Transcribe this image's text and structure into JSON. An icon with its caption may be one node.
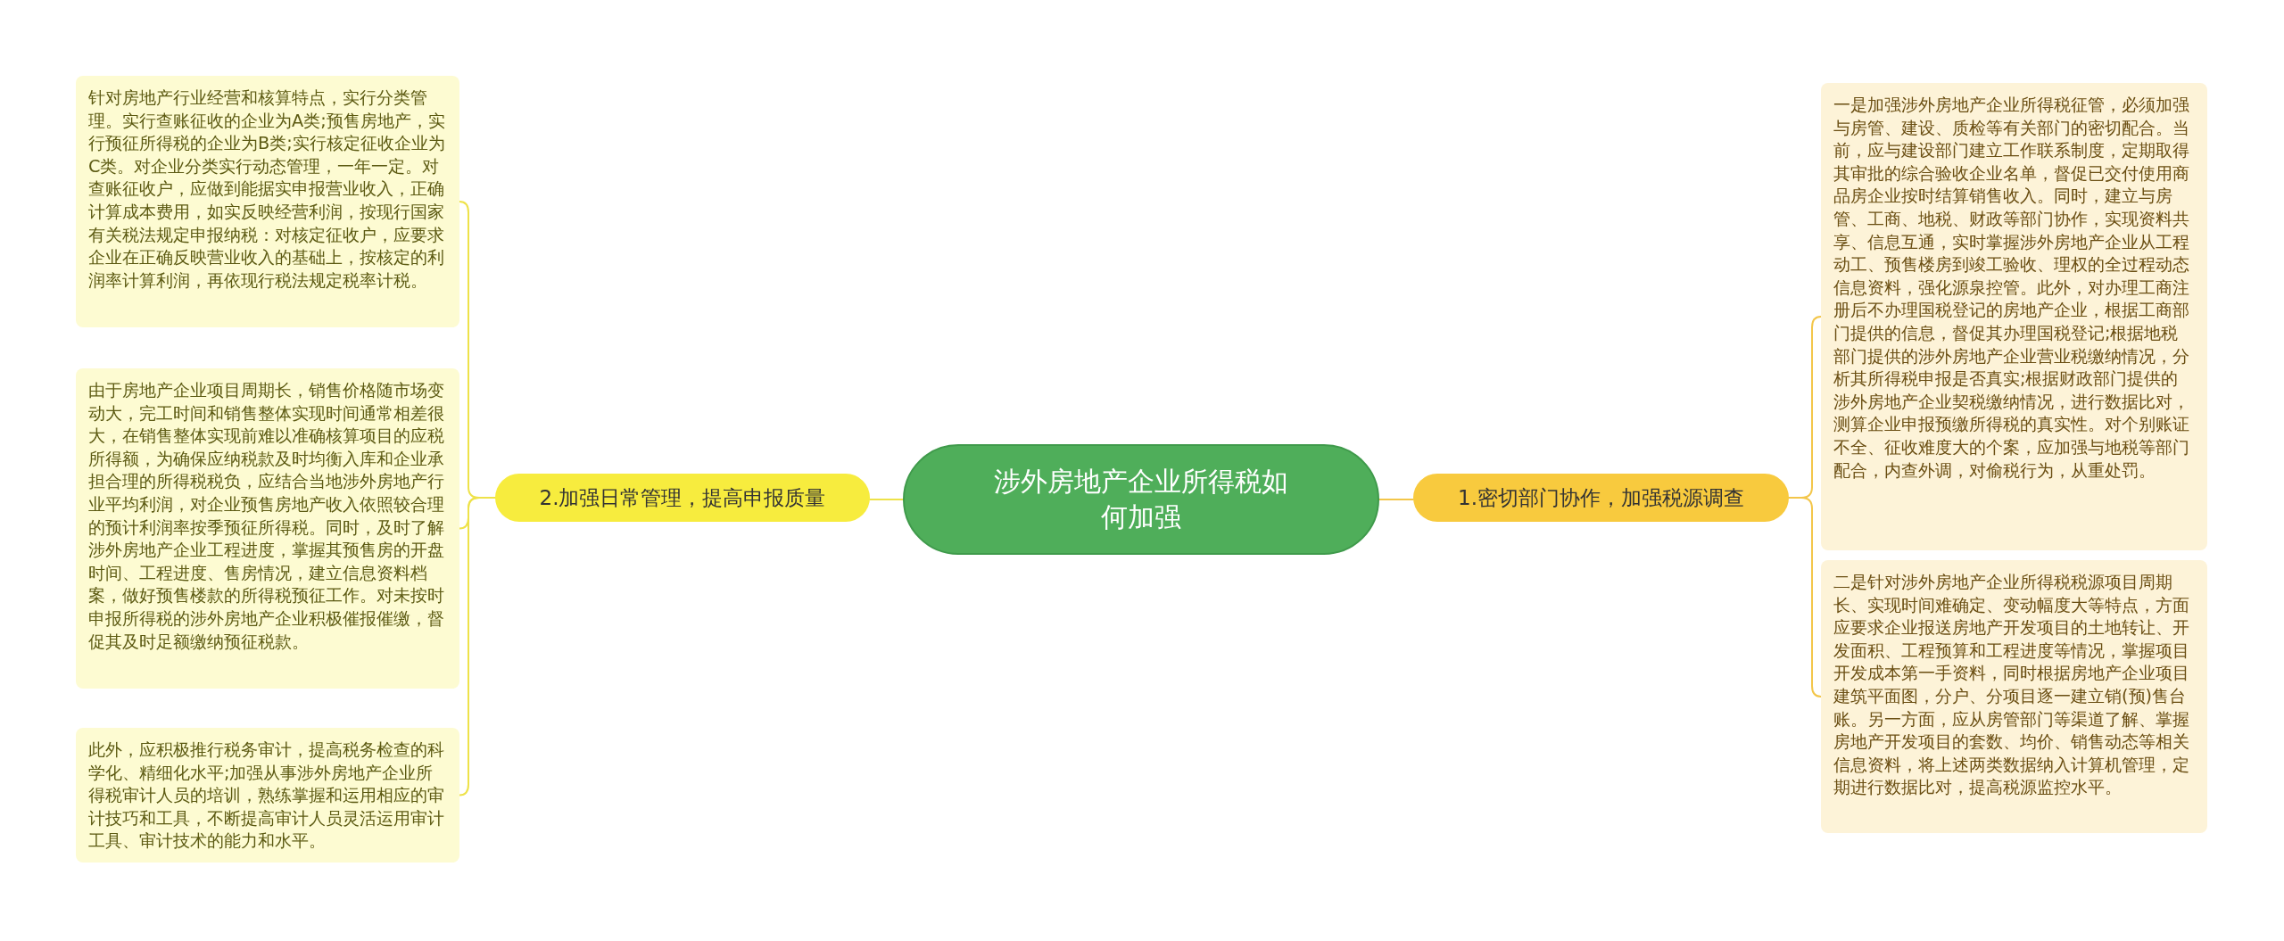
{
  "diagram": {
    "nodes": [
      {
        "text": [
          "涉外房地产企业所得税如何加强"
        ]
      },
      {
        "text": [
          "2.加强日常管理，提高申报质量"
        ]
      },
      {
        "text": [
          "针对房地产行业经营和核算特点，实行分类管理。实行查账征收的企业为A类;预售房地产，实行预征所得税的企业为B类;实行核定征收企业为C类。对企业分类实行动态管理，一年一定。对查账征收户，应做到能据实申报营业收入，正确计算成本费用，如实反映经营利润，按现行国家有关税法规定申报纳税：对核定征收户，应要求企业在正确反映营业收入的基础上，按核定的利润率计算利润，再依现行税法规定税率计税。"
        ]
      },
      {
        "text": [
          "由于房地产企业项目周期长，销售价格随市场变动大，完工时间和销售整体实现时间通常相差很大，在销售整体实现前难以准确核算项目的应税所得额，为确保应纳税款及时均衡入库和企业承担合理的所得税税负，应结合当地涉外房地产行业平均利润，对企业预售房地产收入依照较合理的预计利润率按季预征所得税。同时，及时了解涉外房地产企业工程进度，掌握其预售房的开盘时间、工程进度、售房情况，建立信息资料档案，做好预售楼款的所得税预征工作。对未按时申报所得税的涉外房地产企业积极催报催缴，督促其及时足额缴纳预征税款。"
        ]
      },
      {
        "text": [
          "此外，应积极推行税务审计，提高税务检查的科学化、精细化水平;加强从事涉外房地产企业所得税审计人员的培训，熟练掌握和运用相应的审计技巧和工具，不断提高审计人员灵活运用审计工具、审计技术的能力和水平。"
        ]
      },
      {
        "text": [
          "1.密切部门协作，加强税源调查"
        ]
      },
      {
        "text": [
          "一是加强涉外房地产企业所得税征管，必须加强与房管、建设、质检等有关部门的密切配合。当前，应与建设部门建立工作联系制度，定期取得其审批的综合验收企业名单，督促已交付使用商品房企业按时结算销售收入。同时，建立与房管、工商、地税、财政等部门协作，实现资料共享、信息互通，实时掌握涉外房地产企业从工程动工、预售楼房到竣工验收、理权的全过程动态信息资料，强化源泉控管。此外，对办理工商注册后不办理国税登记的房地产企业，根据工商部门提供的信息，督促其办理国税登记;根据地税部门提供的涉外房地产企业营业税缴纳情况，分析其所得税申报是否真实;根据财政部门提供的涉外房地产企业契税缴纳情况，进行数据比对，测算企业申报预缴所得税的真实性。对个别账证不全、征收难度大的个案，应加强与地税等部门配合，内查外调，对偷税行为，从重处罚。"
        ]
      },
      {
        "text": [
          "二是针对涉外房地产企业所得税税源项目周期长、实现时间难确定、变动幅度大等特点，方面应要求企业报送房地产开发项目的土地转让、开发面积、工程预算和工程进度等情况，掌握项目开发成本第一手资料，同时根据房地产企业项目建筑平面图，分户、分项目逐一建立销(预)售台账。另一方面，应从房管部门等渠道了解、掌握房地产开发项目的套数、均价、销售动态等相关信息资料，将上述两类数据纳入计算机管理，定期进行数据比对，提高税源监控水平。"
        ]
      }
    ],
    "edges": [
      {
        "from": 0,
        "to": 1,
        "arrow": "none"
      },
      {
        "from": 1,
        "to": 2,
        "arrow": "none"
      },
      {
        "from": 1,
        "to": 3,
        "arrow": "none"
      },
      {
        "from": 1,
        "to": 4,
        "arrow": "none"
      },
      {
        "from": 0,
        "to": 5,
        "arrow": "none"
      },
      {
        "from": 5,
        "to": 6,
        "arrow": "none"
      },
      {
        "from": 5,
        "to": 7,
        "arrow": "none"
      }
    ]
  }
}
